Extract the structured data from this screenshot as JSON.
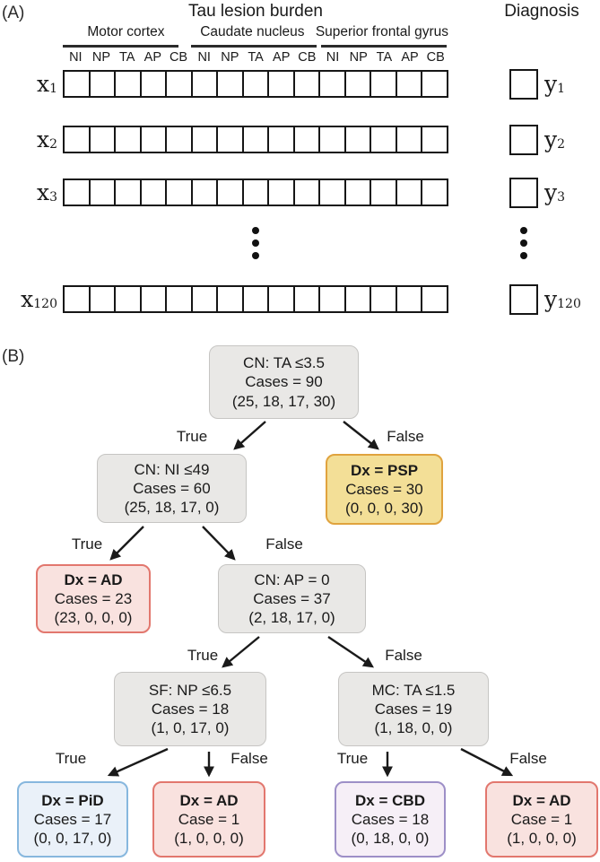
{
  "panel_a": {
    "label": "(A)",
    "title": "Tau lesion burden",
    "diagnosis_title": "Diagnosis",
    "regions": [
      "Motor cortex",
      "Caudate nucleus",
      "Superior frontal gyrus"
    ],
    "columns": [
      "NI",
      "NP",
      "TA",
      "AP",
      "CB",
      "NI",
      "NP",
      "TA",
      "AP",
      "CB",
      "NI",
      "NP",
      "TA",
      "AP",
      "CB"
    ],
    "cells_per_row": 15,
    "rows": [
      {
        "x": "x",
        "x_sub": "1",
        "y": "y",
        "y_sub": "1"
      },
      {
        "x": "x",
        "x_sub": "2",
        "y": "y",
        "y_sub": "2"
      },
      {
        "x": "x",
        "x_sub": "3",
        "y": "y",
        "y_sub": "3"
      },
      {
        "x": "x",
        "x_sub": "120",
        "y": "y",
        "y_sub": "120"
      }
    ]
  },
  "panel_b": {
    "label": "(B)",
    "nodes": [
      {
        "id": "root",
        "kind": "decision",
        "lines": [
          "CN: TA ≤3.5",
          "Cases = 90",
          "(25, 18, 17, 30)"
        ]
      },
      {
        "id": "cn-ni",
        "kind": "decision",
        "lines": [
          "CN: NI ≤49",
          "Cases = 60",
          "(25, 18, 17, 0)"
        ]
      },
      {
        "id": "psp",
        "kind": "leaf-psp",
        "lines": [
          "Dx = PSP",
          "Cases = 30",
          "(0, 0, 0, 30)"
        ]
      },
      {
        "id": "ad-23",
        "kind": "leaf-ad",
        "lines": [
          "Dx = AD",
          "Cases = 23",
          "(23, 0, 0, 0)"
        ]
      },
      {
        "id": "cn-ap",
        "kind": "decision",
        "lines": [
          "CN: AP = 0",
          "Cases = 37",
          "(2, 18, 17, 0)"
        ]
      },
      {
        "id": "sf-np",
        "kind": "decision",
        "lines": [
          "SF: NP ≤6.5",
          "Cases = 18",
          "(1, 0, 17, 0)"
        ]
      },
      {
        "id": "mc-ta",
        "kind": "decision",
        "lines": [
          "MC: TA ≤1.5",
          "Cases = 19",
          "(1, 18, 0, 0)"
        ]
      },
      {
        "id": "pid",
        "kind": "leaf-pid",
        "lines": [
          "Dx = PiD",
          "Cases = 17",
          "(0, 0, 17, 0)"
        ]
      },
      {
        "id": "ad-1a",
        "kind": "leaf-ad",
        "lines": [
          "Dx = AD",
          "Case = 1",
          "(1, 0, 0, 0)"
        ]
      },
      {
        "id": "cbd",
        "kind": "leaf-cbd",
        "lines": [
          "Dx = CBD",
          "Cases = 18",
          "(0, 18, 0, 0)"
        ]
      },
      {
        "id": "ad-1b",
        "kind": "leaf-ad",
        "lines": [
          "Dx = AD",
          "Case = 1",
          "(1, 0, 0, 0)"
        ]
      }
    ],
    "edges": [
      {
        "from": "root",
        "to": "cn-ni",
        "label": "True"
      },
      {
        "from": "root",
        "to": "psp",
        "label": "False"
      },
      {
        "from": "cn-ni",
        "to": "ad-23",
        "label": "True"
      },
      {
        "from": "cn-ni",
        "to": "cn-ap",
        "label": "False"
      },
      {
        "from": "cn-ap",
        "to": "sf-np",
        "label": "True"
      },
      {
        "from": "cn-ap",
        "to": "mc-ta",
        "label": "False"
      },
      {
        "from": "sf-np",
        "to": "pid",
        "label": "True"
      },
      {
        "from": "sf-np",
        "to": "ad-1a",
        "label": "False"
      },
      {
        "from": "mc-ta",
        "to": "cbd",
        "label": "True"
      },
      {
        "from": "mc-ta",
        "to": "ad-1b",
        "label": "False"
      }
    ],
    "colors": {
      "decision_fill": "#E9E8E6",
      "decision_border": "#C6C5C3",
      "psp_fill": "#F3DF97",
      "psp_border": "#E0A33E",
      "ad_fill": "#F9E2DF",
      "ad_border": "#E2776E",
      "pid_fill": "#EAF1F9",
      "pid_border": "#87B7DE",
      "cbd_fill": "#F6EFF7",
      "cbd_border": "#9D8FC7",
      "arrow": "#1a1a1a"
    }
  }
}
